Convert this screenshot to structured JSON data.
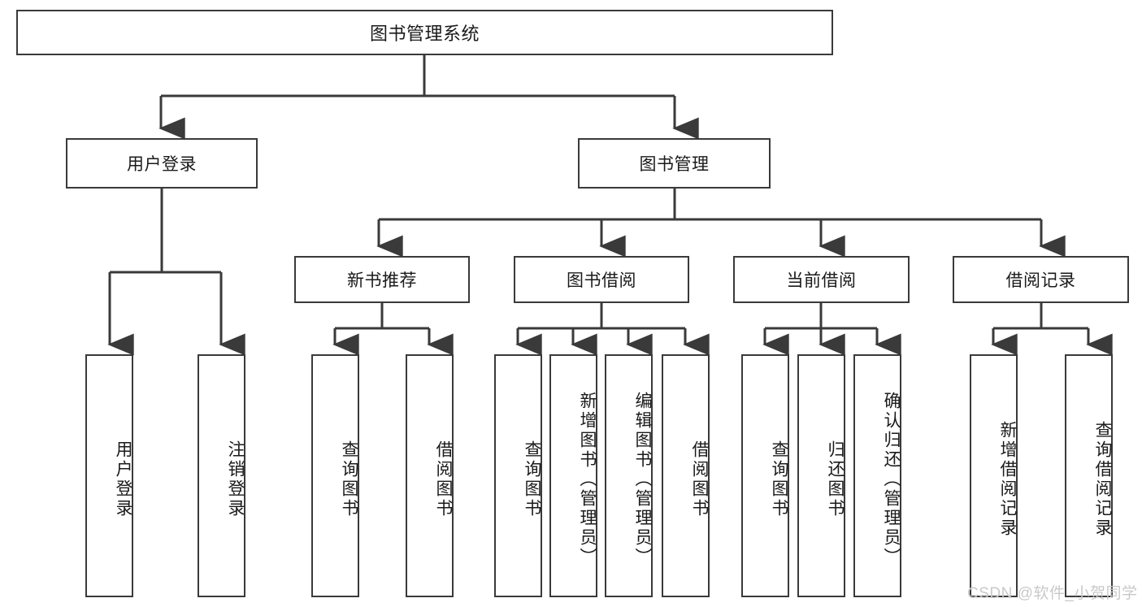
{
  "diagram": {
    "type": "hierarchy-tree",
    "title": "图书管理系统",
    "watermark": "CSDN @软件_小贺同学",
    "line_color": "#3a3a3a",
    "text_color": "#1a1a1a",
    "background": "#ffffff",
    "levels": [
      {
        "level": 1,
        "nodes": [
          {
            "id": "root",
            "label": "图书管理系统",
            "orientation": "horizontal"
          }
        ]
      },
      {
        "level": 2,
        "nodes": [
          {
            "id": "user-login",
            "label": "用户登录",
            "orientation": "horizontal",
            "parent": "root"
          },
          {
            "id": "book-manage",
            "label": "图书管理",
            "orientation": "horizontal",
            "parent": "root"
          }
        ]
      },
      {
        "level": 3,
        "nodes": [
          {
            "id": "new-book-rec",
            "label": "新书推荐",
            "orientation": "horizontal",
            "parent": "book-manage"
          },
          {
            "id": "book-borrow",
            "label": "图书借阅",
            "orientation": "horizontal",
            "parent": "book-manage"
          },
          {
            "id": "current-borrow",
            "label": "当前借阅",
            "orientation": "horizontal",
            "parent": "book-manage"
          },
          {
            "id": "borrow-record",
            "label": "借阅记录",
            "orientation": "horizontal",
            "parent": "book-manage"
          }
        ]
      },
      {
        "level": 4,
        "nodes": [
          {
            "id": "leaf-user-login",
            "label": "用户登录",
            "orientation": "vertical",
            "parent": "user-login"
          },
          {
            "id": "leaf-logout",
            "label": "注销登录",
            "orientation": "vertical",
            "parent": "user-login"
          },
          {
            "id": "leaf-query-book-1",
            "label": "查询图书",
            "orientation": "vertical",
            "parent": "new-book-rec"
          },
          {
            "id": "leaf-borrow-book-1",
            "label": "借阅图书",
            "orientation": "vertical",
            "parent": "new-book-rec"
          },
          {
            "id": "leaf-query-book-2",
            "label": "查询图书",
            "orientation": "vertical",
            "parent": "book-borrow"
          },
          {
            "id": "leaf-add-book",
            "label": "新增图书（管理员）",
            "orientation": "vertical",
            "parent": "book-borrow"
          },
          {
            "id": "leaf-edit-book",
            "label": "编辑图书（管理员）",
            "orientation": "vertical",
            "parent": "book-borrow"
          },
          {
            "id": "leaf-borrow-book-2",
            "label": "借阅图书",
            "orientation": "vertical",
            "parent": "book-borrow"
          },
          {
            "id": "leaf-query-book-3",
            "label": "查询图书",
            "orientation": "vertical",
            "parent": "current-borrow"
          },
          {
            "id": "leaf-return-book",
            "label": "归还图书",
            "orientation": "vertical",
            "parent": "current-borrow"
          },
          {
            "id": "leaf-confirm-return",
            "label": "确认归还（管理员）",
            "orientation": "vertical",
            "parent": "current-borrow"
          },
          {
            "id": "leaf-add-record",
            "label": "新增借阅记录",
            "orientation": "vertical",
            "parent": "borrow-record"
          },
          {
            "id": "leaf-query-record",
            "label": "查询借阅记录",
            "orientation": "vertical",
            "parent": "borrow-record"
          }
        ]
      }
    ]
  }
}
